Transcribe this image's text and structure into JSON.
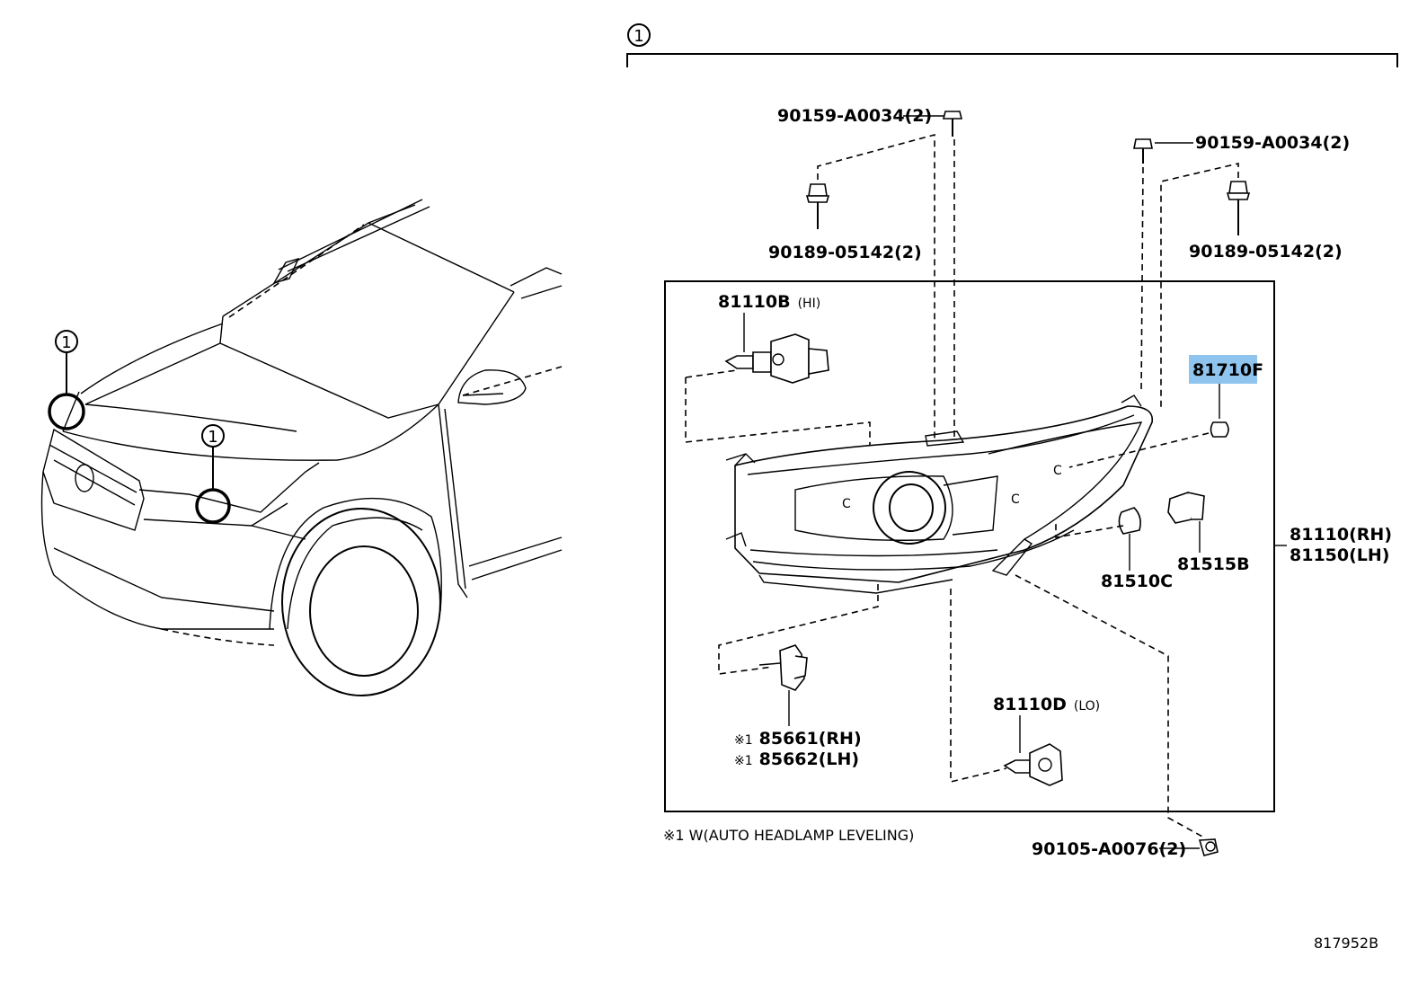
{
  "diagram": {
    "callout_number": "1",
    "part_labels": {
      "screw_top_left": "90159-A0034(2)",
      "screw_top_right": "90159-A0034(2)",
      "nut_left": "90189-05142(2)",
      "nut_right": "90189-05142(2)",
      "bulb_hi_code": "81110B",
      "bulb_hi_suffix": "(HI)",
      "bulb_lo_code": "81110D",
      "bulb_lo_suffix": "(LO)",
      "side_marker": "81710F",
      "bulb_81510": "81510C",
      "socket_81515": "81515B",
      "assembly_rh": "81110(RH)",
      "assembly_lh": "81150(LH)",
      "actuator_rh": "85661(RH)",
      "actuator_lh": "85662(LH)",
      "note_mark": "※1",
      "screw_bottom": "90105-A0076(2)"
    },
    "footnote": "※1 W(AUTO HEADLAMP LEVELING)",
    "figure_code": "817952B",
    "highlight_color": "#8fc4ee"
  }
}
